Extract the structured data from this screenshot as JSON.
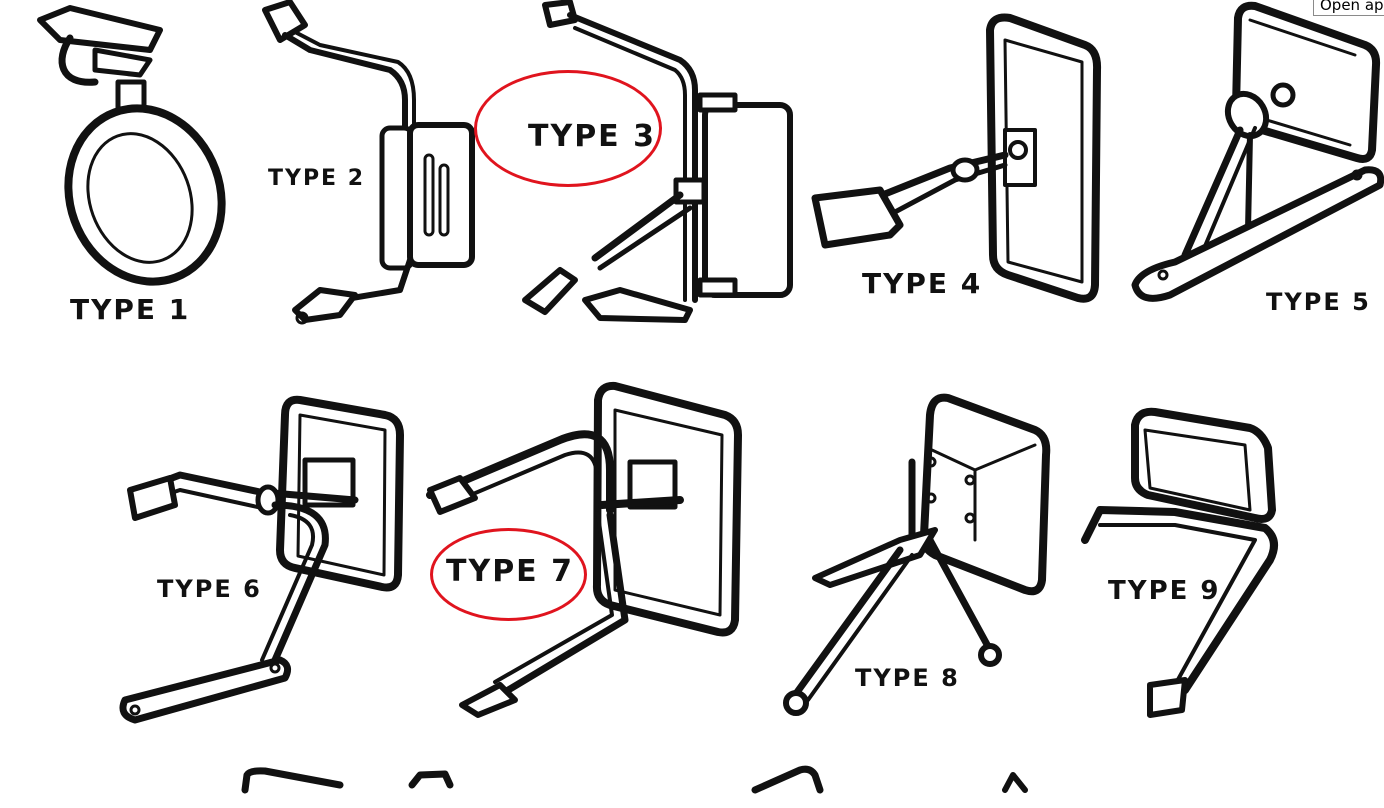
{
  "figure": {
    "description": "Exterior rear-view mirror types line-art chart",
    "colors": {
      "ink": "#111111",
      "background": "#ffffff",
      "annotation": "#e0141e"
    },
    "mirror_types": [
      {
        "id": 1,
        "label": "TYPE 1",
        "shape": "round mirror on clamp bracket",
        "highlighted": false
      },
      {
        "id": 2,
        "label": "TYPE 2",
        "shape": "tall rectangular mirror on bent arm",
        "highlighted": false
      },
      {
        "id": 3,
        "label": "TYPE 3",
        "shape": "tall mirror on vertical rod with brace",
        "highlighted": true
      },
      {
        "id": 4,
        "label": "TYPE 4",
        "shape": "rectangular mirror on straight arm",
        "highlighted": false
      },
      {
        "id": 5,
        "label": "TYPE 5",
        "shape": "square mirror on pedestal base",
        "highlighted": false
      },
      {
        "id": 6,
        "label": "TYPE 6",
        "shape": "square mirror with two arms",
        "highlighted": false
      },
      {
        "id": 7,
        "label": "TYPE 7",
        "shape": "square mirror on U-shaped arm",
        "highlighted": true
      },
      {
        "id": 8,
        "label": "TYPE 8",
        "shape": "square mirror on tripod arms",
        "highlighted": false
      },
      {
        "id": 9,
        "label": "TYPE 9",
        "shape": "wide mirror on curved arm",
        "highlighted": false
      }
    ]
  },
  "overlay": {
    "tooltip_text": "Open ap"
  }
}
